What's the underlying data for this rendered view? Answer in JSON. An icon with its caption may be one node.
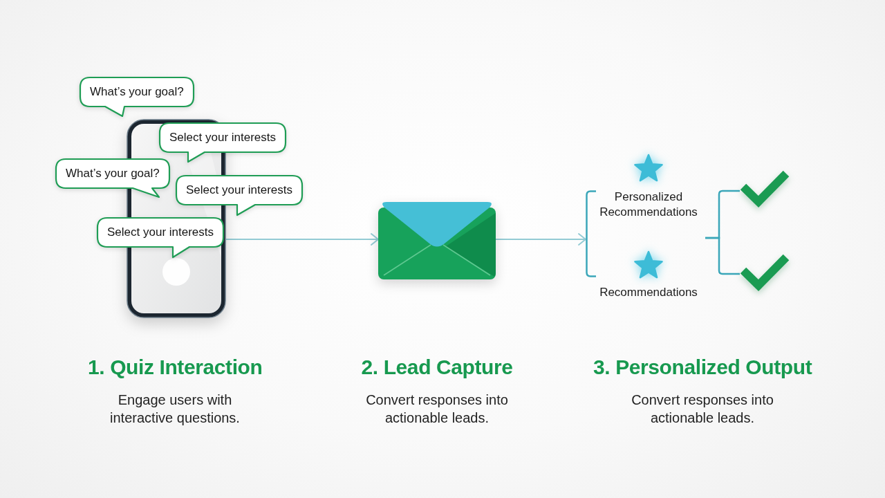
{
  "diagram": {
    "nodes": [
      {
        "text": [],
        "shape": "phone"
      },
      {
        "text": [
          "What’s your goal?"
        ]
      },
      {
        "text": [
          "Select your interests"
        ]
      },
      {
        "text": [
          "What’s your goal?"
        ]
      },
      {
        "text": [
          "Select your interests"
        ]
      },
      {
        "text": [
          "Select your interests"
        ]
      },
      {
        "text": [],
        "shape": "envelope"
      },
      {
        "text": [],
        "shape": "bracket"
      },
      {
        "text": [
          "Personalized Recommendations"
        ]
      },
      {
        "text": [
          "Recommendations"
        ]
      },
      {
        "text": [],
        "shape": "check"
      },
      {
        "text": [],
        "shape": "check"
      }
    ],
    "edges": [
      {
        "from": 0,
        "to": 6,
        "arrow": "to"
      },
      {
        "from": 6,
        "to": 7,
        "arrow": "to"
      },
      {
        "from": null,
        "to": 10,
        "arrow": "none",
        "color": "#3aa6b9"
      },
      {
        "from": null,
        "to": 11,
        "arrow": "none",
        "color": "#3aa6b9"
      }
    ],
    "labels": [
      "1. Quiz Interaction",
      "Engage users with interactive questions.",
      "2. Lead Capture",
      "Convert responses into actionable leads.",
      "3. Personalized Output",
      "Convert responses into actionable leads."
    ]
  }
}
